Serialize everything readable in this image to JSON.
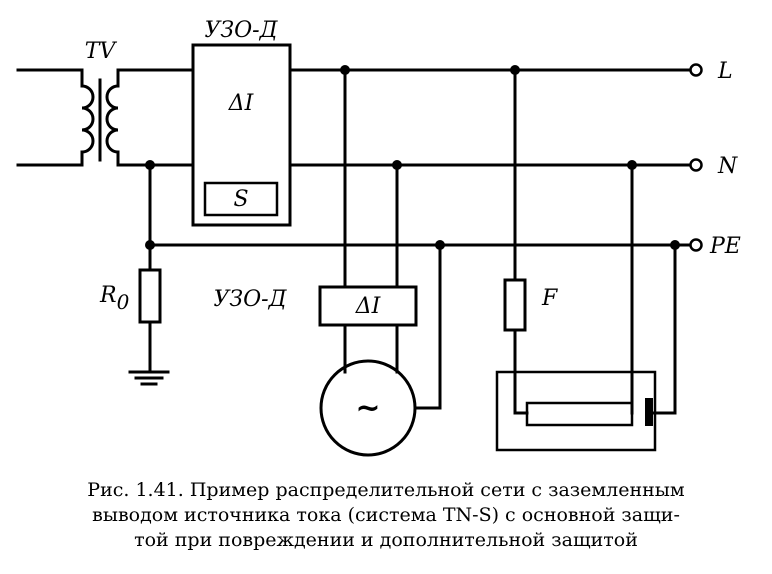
{
  "labels": {
    "transformer": "TV",
    "rcd_top": "УЗО-Д",
    "rcd_top_symbol": "ΔI",
    "rcd_top_switch": "S",
    "rcd_mid": "УЗО-Д",
    "rcd_mid_symbol": "ΔI",
    "resistor": "R",
    "resistor_sub": "0",
    "fuse": "F",
    "generator_symbol": "~",
    "line_L": "L",
    "line_N": "N",
    "line_PE": "PE"
  },
  "caption": {
    "line1": "Рис. 1.41. Пример распределительной сети с заземленным",
    "line2": "выводом источника тока (система TN-S) с основной защи-",
    "line3": "той при повреждении и дополнительной защитой"
  }
}
